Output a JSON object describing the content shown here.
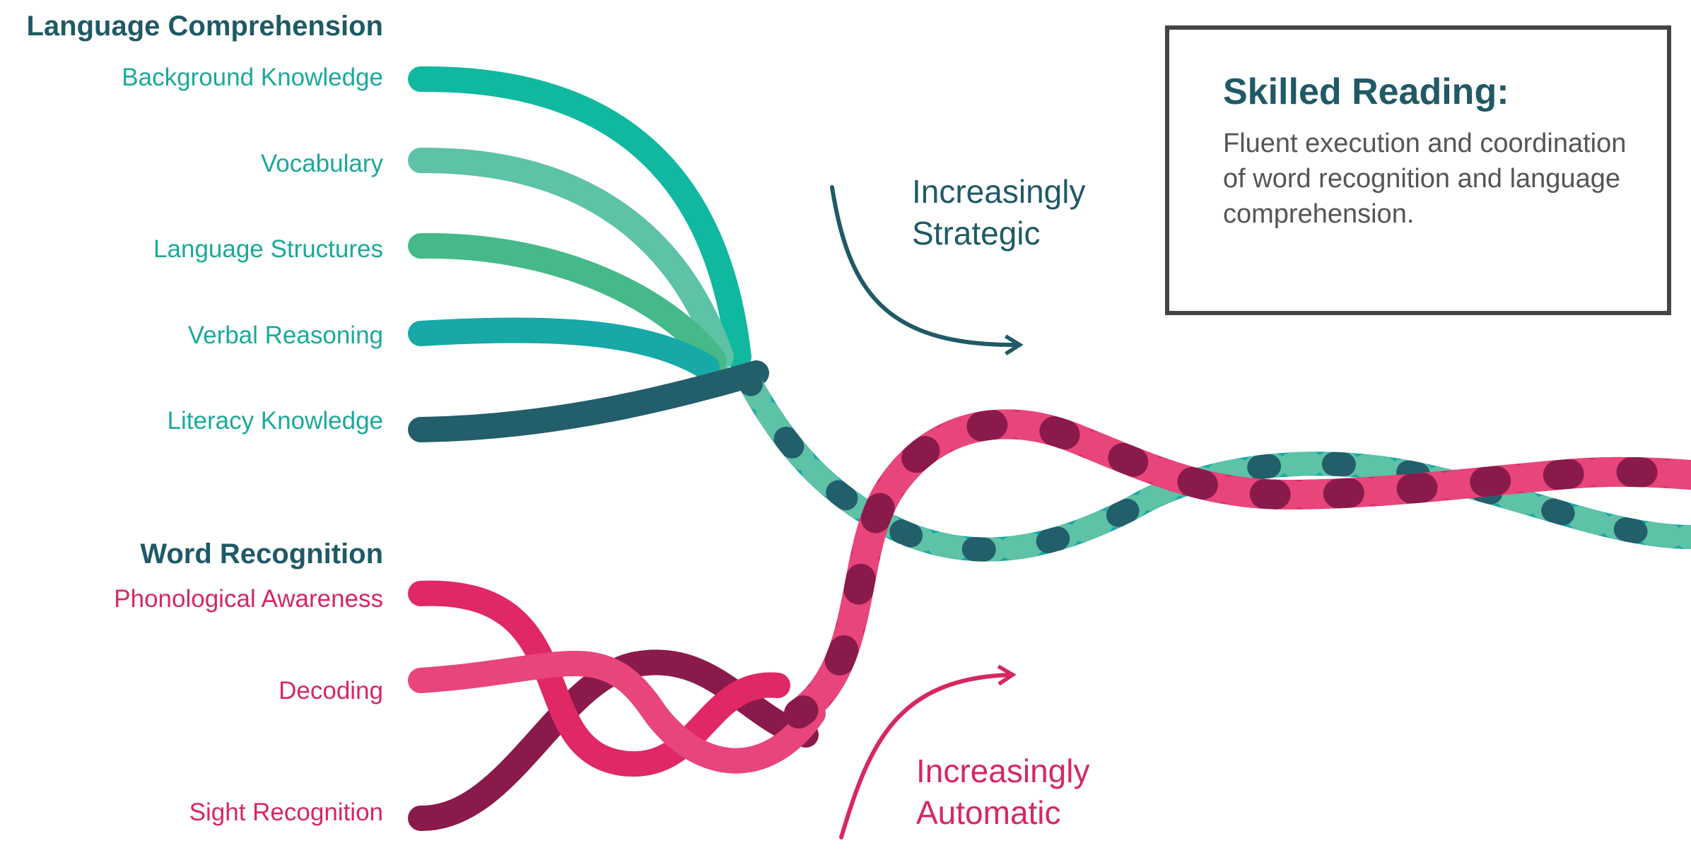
{
  "language_comprehension": {
    "heading": "Language Comprehension",
    "strands": [
      {
        "label": "Background Knowledge",
        "color": "#10b8a0"
      },
      {
        "label": "Vocabulary",
        "color": "#5ec2a6"
      },
      {
        "label": "Language Structures",
        "color": "#45b98a"
      },
      {
        "label": "Verbal Reasoning",
        "color": "#17a8a8"
      },
      {
        "label": "Literacy Knowledge",
        "color": "#235e6b"
      }
    ]
  },
  "word_recognition": {
    "heading": "Word Recognition",
    "strands": [
      {
        "label": "Phonological Awareness",
        "color": "#e02865"
      },
      {
        "label": "Decoding",
        "color": "#e8457a"
      },
      {
        "label": "Sight Recognition",
        "color": "#8a1a4c"
      }
    ]
  },
  "strategic_label": {
    "line1": "Increasingly",
    "line2": "Strategic",
    "color": "#1f5a66"
  },
  "automatic_label": {
    "line1": "Increasingly",
    "line2": "Automatic",
    "color": "#d6285f"
  },
  "skilled_reading": {
    "title": "Skilled Reading:",
    "body": "Fluent execution and coordination of word recognition and language comprehension."
  }
}
